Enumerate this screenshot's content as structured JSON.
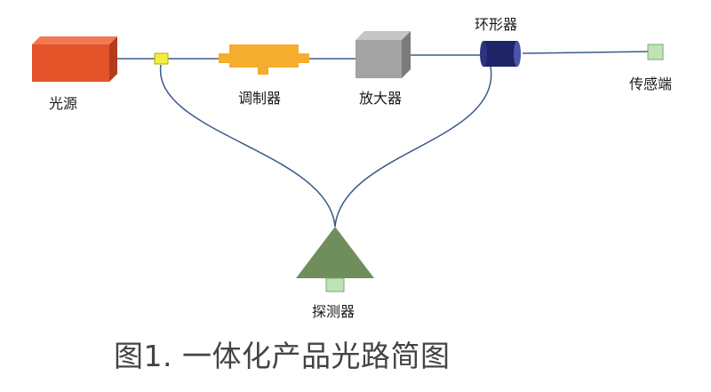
{
  "diagram": {
    "components": {
      "light_source": "光源",
      "modulator": "调制器",
      "amplifier": "放大器",
      "circulator": "环形器",
      "sensing_end": "传感端",
      "detector": "探测器"
    },
    "caption": "图1. 一体化产品光路简图",
    "colors": {
      "light_source": "#e5532a",
      "modulator": "#f5ad2e",
      "amplifier": "#a3a3a3",
      "circulator": "#1e2466",
      "sensing_end": "#bfe3b6",
      "coupler": "#f2ee40",
      "detector": "#6f8e5c",
      "fiber": "#3c5a8a"
    }
  }
}
